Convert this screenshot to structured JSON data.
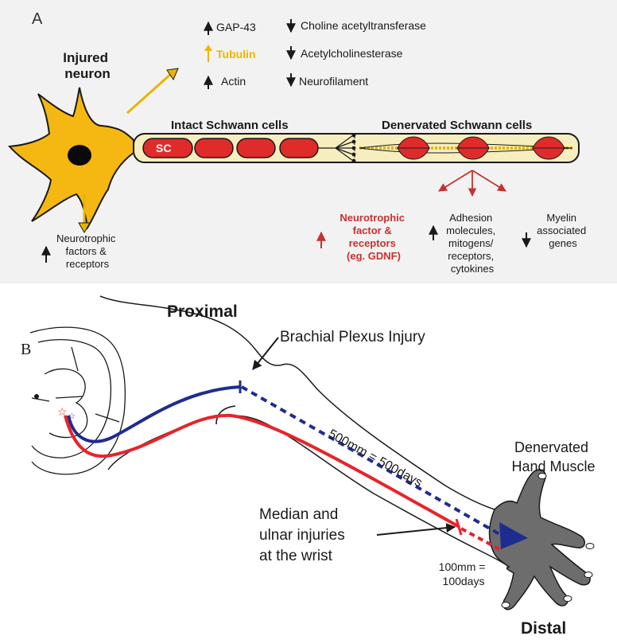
{
  "panel_a": {
    "letter": "A",
    "injured_neuron": [
      "Injured",
      "neuron"
    ],
    "regulation": {
      "up": [
        {
          "label": "GAP-43",
          "color": "#1a1a1a"
        },
        {
          "label": "Tubulin",
          "color": "#f0b400"
        },
        {
          "label": "Actin",
          "color": "#1a1a1a"
        }
      ],
      "down": [
        "Choline acetyltransferase",
        "Acetylcholinesterase",
        "Neurofilament"
      ]
    },
    "intact_schwann": "Intact Schwann cells",
    "denervated_schwann": "Denervated Schwann cells",
    "sc": "SC",
    "neuron_factors": [
      "Neurotrophic",
      "factors &",
      "receptors"
    ],
    "neurotrophic_receptors": [
      "Neurotrophic",
      "factor &",
      "receptors",
      "(eg. GDNF)"
    ],
    "adhesion": [
      "Adhesion",
      "molecules,",
      "mitogens/",
      "receptors,",
      "cytokines"
    ],
    "myelin": [
      "Myelin",
      "associated",
      "genes"
    ],
    "colors": {
      "neuron": "#f5b712",
      "axon_fill": "#f7eec0",
      "schwann": "#e02b2b",
      "regulation_red": "#c8312f"
    }
  },
  "panel_b": {
    "letter": "B",
    "proximal": "Proximal",
    "distal": "Distal",
    "brachial": "Brachial Plexus Injury",
    "long_distance": "500mm = 500days",
    "median_ulnar": [
      "Median and",
      "ulnar injuries",
      "at the wrist"
    ],
    "short_distance": [
      "100mm =",
      "100days"
    ],
    "denervated_muscle": [
      "Denervated",
      "Hand Muscle"
    ],
    "colors": {
      "blue_path": "#1f2c8f",
      "red_path": "#e8232a",
      "hand": "#6d6d6d"
    }
  }
}
